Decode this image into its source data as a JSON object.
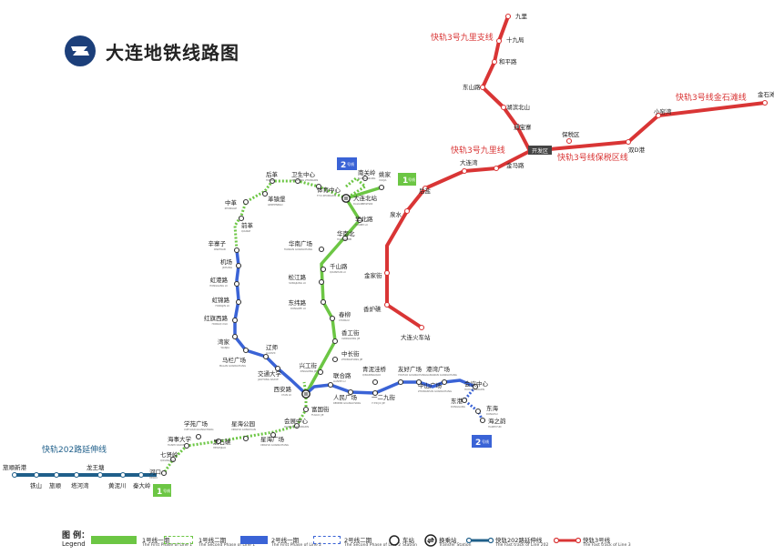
{
  "title": "大连地铁线路图",
  "colors": {
    "line1": "#6cc644",
    "line2": "#3a63d6",
    "fast3": "#d93535",
    "fast202": "#1f5f8a",
    "ink": "#333333"
  },
  "line1_phase1": {
    "stations": [
      {
        "cn": "姚家",
        "en": "YAOJIA"
      },
      {
        "cn": "大连北站",
        "en": "DALIANBEIZHAN",
        "transfer": true
      },
      {
        "cn": "华北路",
        "en": "HUABEI LU"
      },
      {
        "cn": "华南北",
        "en": "HUA NANBEI"
      },
      {
        "cn": "华南广场",
        "en": "HUANAN GUANGCHANG"
      },
      {
        "cn": "千山路",
        "en": "QIANSHAN LU"
      },
      {
        "cn": "松江路",
        "en": "SONGJIANG LU"
      },
      {
        "cn": "东纬路",
        "en": "DONGWEI LU"
      },
      {
        "cn": "春柳",
        "en": "CHUNLIU"
      },
      {
        "cn": "香工街",
        "en": "XIANGGONG JIE"
      },
      {
        "cn": "中长街",
        "en": "ZHONGCHANG JIE"
      },
      {
        "cn": "兴工街",
        "en": "XINGGONG JIE"
      },
      {
        "cn": "西安路",
        "en": "XI'AN LU",
        "transfer": true
      }
    ]
  },
  "line1_phase2": {
    "stations": [
      {
        "cn": "体育中心",
        "en": "TIYU ZHONGXIN"
      },
      {
        "cn": "南关岭",
        "en": "NANGUANLING"
      },
      {
        "cn": "卫生中心",
        "en": "WEISHENG ZHONGXIN"
      },
      {
        "cn": "后革",
        "en": "HOUGE"
      },
      {
        "cn": "革镇堡",
        "en": "GEZHENBAO"
      },
      {
        "cn": "中革",
        "en": "ZHONGGE"
      },
      {
        "cn": "前革",
        "en": "QIANGE"
      },
      {
        "cn": "辛寨子",
        "en": "XINZHAIZI"
      }
    ]
  },
  "line1_phase2_south": {
    "stations": [
      {
        "cn": "富国街",
        "en": "FUGUO JIE"
      },
      {
        "cn": "会展中心",
        "en": "HUIZHAN ZHONGXIN"
      },
      {
        "cn": "星海广场",
        "en": "XINGHAI GUANGCHANG"
      },
      {
        "cn": "星海公园",
        "en": "XINGHAI GONGYUAN"
      },
      {
        "cn": "黑石礁",
        "en": "HEISHIJIAO"
      },
      {
        "cn": "学苑广场",
        "en": "XUEYUAN GUANGCHANG"
      },
      {
        "cn": "海事大学",
        "en": "HAISHI DAXUE"
      },
      {
        "cn": "七贤岭",
        "en": "QIXIANLING"
      },
      {
        "cn": "河口",
        "en": "HEKOU"
      }
    ]
  },
  "line2_phase1": {
    "stations": [
      {
        "cn": "机场",
        "en": "JICHANG"
      },
      {
        "cn": "虹港路",
        "en": "HONGGANG LU"
      },
      {
        "cn": "虹锦路",
        "en": "HONGJIN LU"
      },
      {
        "cn": "红旗西路",
        "en": "HONGQI XILU"
      },
      {
        "cn": "湾家",
        "en": "WANJIA"
      },
      {
        "cn": "马栏广场",
        "en": "MALAN GUANGCHANG"
      },
      {
        "cn": "辽师",
        "en": "LIAOSHI"
      },
      {
        "cn": "交通大学",
        "en": "JIAOTONG DAXUE"
      },
      {
        "cn": "西安路",
        "en": "XI'AN LU"
      },
      {
        "cn": "联合路",
        "en": "LIANHE LU"
      },
      {
        "cn": "人民广场",
        "en": "RENMIN GUANGCHANG"
      },
      {
        "cn": "一二九街",
        "en": "YI ER JIU JIE"
      },
      {
        "cn": "青泥洼桥",
        "en": "QINGNIWAQIAO"
      },
      {
        "cn": "友好广场",
        "en": "YOUHAO GUANGCHANG"
      },
      {
        "cn": "中山广场",
        "en": "ZHONGSHAN GUANGCHANG"
      },
      {
        "cn": "港湾广场",
        "en": "GANGWAN GUANGCHANG"
      },
      {
        "cn": "会议中心",
        "en": "HUIYI ZHONGXIN"
      }
    ]
  },
  "line2_phase2": {
    "stations": [
      {
        "cn": "东港",
        "en": "DONGGANG"
      },
      {
        "cn": "东海",
        "en": "DONGHAI"
      },
      {
        "cn": "海之韵",
        "en": "HAIZHIYUN"
      }
    ]
  },
  "fast3": {
    "line_label": "快轨3号线",
    "branch_jiuli_label": "快轨3号九里支线",
    "branch_baoshui_label": "快轨3号线保税区线",
    "branch_jinshitan_label": "快轨3号线金石滩线",
    "jiuli_label": "快轨3号九里线",
    "stations": {
      "jiuli": "九里",
      "shijiuju": "十九局",
      "heping": "和平路",
      "dongshan": "东山路",
      "hutan": "湖滨北山",
      "tongchang": "通宝寨",
      "kaifaqu": "开发区",
      "baoshuiqu": "保税区",
      "shuangD": "双D港",
      "xiaoyao": "小窑湾",
      "jinshitan": "金石滩",
      "jinmalu": "金马路",
      "dalianwan": "大连湾",
      "quanshui": "泉水",
      "houyan": "后盐",
      "jinjiajie": "金家街",
      "xianglu": "香炉礁",
      "dalianhuochezhan": "大连火车站"
    }
  },
  "fast202": {
    "label": "快轨202路延伸线",
    "stations": [
      "旅顺新港",
      "铁山",
      "旅顺",
      "塔河湾",
      "龙王塘",
      "黄泥川",
      "秦大岭"
    ]
  },
  "badges": {
    "line1_top": {
      "num": "1",
      "label": "号线"
    },
    "line1_bottom": {
      "num": "1",
      "label": "号线"
    },
    "line2_top": {
      "num": "2",
      "label": "号线"
    },
    "line2_bottom": {
      "num": "2",
      "label": "号线"
    }
  },
  "legend": {
    "head_cn": "图 例：",
    "head_en": "Legend",
    "items": [
      {
        "cn": "1号线一期",
        "en": "The First Phase of Line 1"
      },
      {
        "cn": "1号线二期",
        "en": "The Second Phase of Line 1"
      },
      {
        "cn": "2号线一期",
        "en": "The First Phase of Line 2"
      },
      {
        "cn": "2号线二期",
        "en": "The Second Phase of Line 2"
      },
      {
        "cn": "车站",
        "en": "Station"
      },
      {
        "cn": "换乘站",
        "en": "Transfer Station"
      },
      {
        "cn": "快轨202路延伸线",
        "en": "The Fast track of Line 202"
      },
      {
        "cn": "快轨3号线",
        "en": "The Fast track of Line 3"
      }
    ]
  }
}
